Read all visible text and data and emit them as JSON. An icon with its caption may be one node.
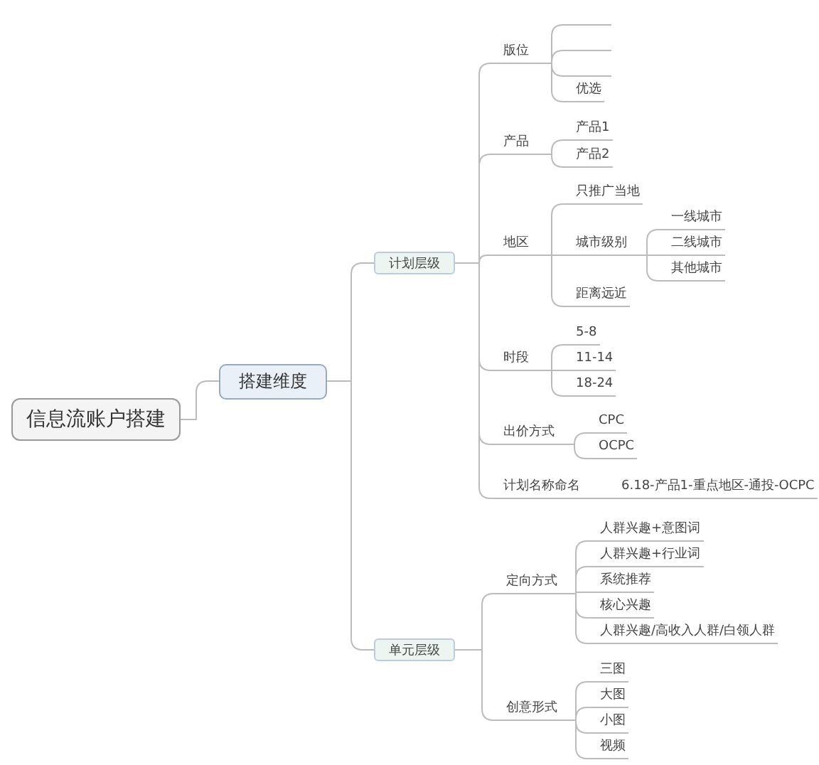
{
  "diagram": {
    "nodes": [
      {
        "text": [
          "信息流账户搭建"
        ]
      },
      {
        "text": [
          "搭建维度"
        ]
      },
      {
        "text": [
          "计划层级"
        ]
      },
      {
        "text": [
          "版位"
        ]
      },
      {
        "text": [],
        "shape": "bar"
      },
      {
        "text": [],
        "shape": "bar"
      },
      {
        "text": [],
        "shape": "bar"
      },
      {
        "text": [
          "优选"
        ]
      },
      {
        "text": [
          "产品"
        ]
      },
      {
        "text": [
          "产品1"
        ]
      },
      {
        "text": [
          "产品2"
        ]
      },
      {
        "text": [
          "地区"
        ]
      },
      {
        "text": [
          "只推广当地"
        ]
      },
      {
        "text": [
          "城市级别"
        ]
      },
      {
        "text": [
          "一线城市"
        ]
      },
      {
        "text": [
          "二线城市"
        ]
      },
      {
        "text": [
          "其他城市"
        ]
      },
      {
        "text": [
          "距离远近"
        ]
      },
      {
        "text": [
          "时段"
        ]
      },
      {
        "text": [
          "5-8"
        ]
      },
      {
        "text": [
          "11-14"
        ]
      },
      {
        "text": [
          "18-24"
        ]
      },
      {
        "text": [
          "出价方式"
        ]
      },
      {
        "text": [
          "CPC"
        ]
      },
      {
        "text": [
          "OCPC"
        ]
      },
      {
        "text": [
          "计划名称命名"
        ]
      },
      {
        "text": [
          "6.18-产品1-重点地区-通投-OCPC"
        ]
      },
      {
        "text": [
          "单元层级"
        ]
      },
      {
        "text": [
          "定向方式"
        ]
      },
      {
        "text": [
          "人群兴趣+意图词"
        ]
      },
      {
        "text": [
          "人群兴趣+行业词"
        ]
      },
      {
        "text": [
          "系统推荐"
        ]
      },
      {
        "text": [
          "核心兴趣"
        ]
      },
      {
        "text": [
          "人群兴趣/高收入人群/白领人群"
        ]
      },
      {
        "text": [
          "创意形式"
        ]
      },
      {
        "text": [
          "三图"
        ]
      },
      {
        "text": [
          "大图"
        ]
      },
      {
        "text": [
          "小图"
        ]
      },
      {
        "text": [
          "视频"
        ]
      }
    ],
    "edges": [
      {
        "from": 0,
        "to": 1,
        "arrow": "none"
      },
      {
        "from": 1,
        "to": 2,
        "arrow": "none"
      },
      {
        "from": 1,
        "to": 27,
        "arrow": "none"
      },
      {
        "from": 2,
        "to": 3,
        "arrow": "none"
      },
      {
        "from": 2,
        "to": 8,
        "arrow": "none"
      },
      {
        "from": 2,
        "to": 11,
        "arrow": "none"
      },
      {
        "from": 2,
        "to": 18,
        "arrow": "none"
      },
      {
        "from": 2,
        "to": 22,
        "arrow": "none"
      },
      {
        "from": 2,
        "to": 25,
        "arrow": "none"
      },
      {
        "from": 3,
        "to": 4,
        "arrow": "none"
      },
      {
        "from": 3,
        "to": 5,
        "arrow": "none"
      },
      {
        "from": 3,
        "to": 6,
        "arrow": "none"
      },
      {
        "from": 3,
        "to": 7,
        "arrow": "none"
      },
      {
        "from": 8,
        "to": 9,
        "arrow": "none"
      },
      {
        "from": 8,
        "to": 10,
        "arrow": "none"
      },
      {
        "from": 11,
        "to": 12,
        "arrow": "none"
      },
      {
        "from": 11,
        "to": 13,
        "arrow": "none"
      },
      {
        "from": 11,
        "to": 17,
        "arrow": "none"
      },
      {
        "from": 13,
        "to": 14,
        "arrow": "none"
      },
      {
        "from": 13,
        "to": 15,
        "arrow": "none"
      },
      {
        "from": 13,
        "to": 16,
        "arrow": "none"
      },
      {
        "from": 18,
        "to": 19,
        "arrow": "none"
      },
      {
        "from": 18,
        "to": 20,
        "arrow": "none"
      },
      {
        "from": 18,
        "to": 21,
        "arrow": "none"
      },
      {
        "from": 22,
        "to": 23,
        "arrow": "none"
      },
      {
        "from": 22,
        "to": 24,
        "arrow": "none"
      },
      {
        "from": 25,
        "to": 26,
        "arrow": "none"
      },
      {
        "from": 27,
        "to": 28,
        "arrow": "none"
      },
      {
        "from": 27,
        "to": 34,
        "arrow": "none"
      },
      {
        "from": 28,
        "to": 29,
        "arrow": "none"
      },
      {
        "from": 28,
        "to": 30,
        "arrow": "none"
      },
      {
        "from": 28,
        "to": 31,
        "arrow": "none"
      },
      {
        "from": 28,
        "to": 32,
        "arrow": "none"
      },
      {
        "from": 28,
        "to": 33,
        "arrow": "none"
      },
      {
        "from": 34,
        "to": 35,
        "arrow": "none"
      },
      {
        "from": 34,
        "to": 36,
        "arrow": "none"
      },
      {
        "from": 34,
        "to": 37,
        "arrow": "none"
      },
      {
        "from": 34,
        "to": 38,
        "arrow": "none"
      }
    ]
  }
}
